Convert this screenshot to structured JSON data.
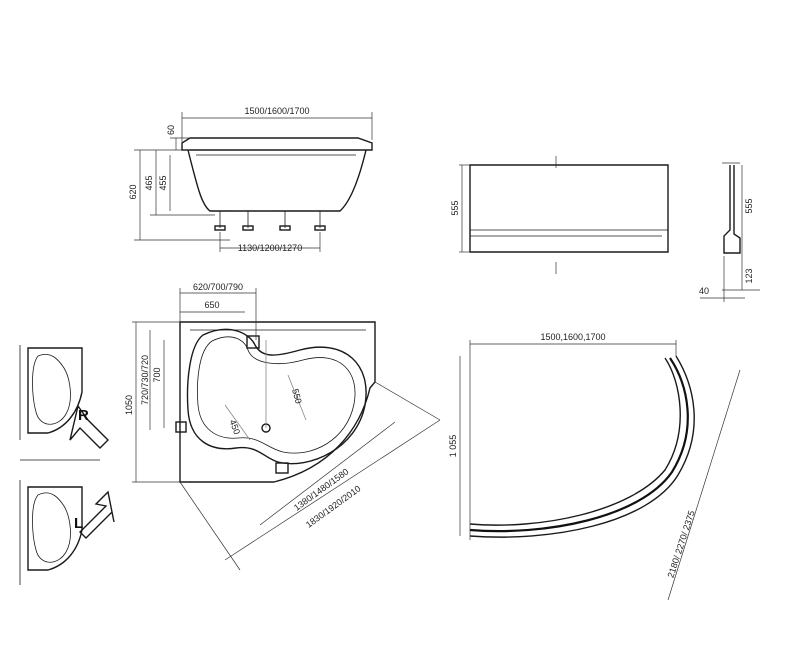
{
  "side_view": {
    "length_label": "1500/1600/1700",
    "rim_label": "60",
    "height_label": "620",
    "depth_outer_label": "465",
    "depth_inner_label": "455",
    "legs_label": "1130/1200/1270"
  },
  "panel_front": {
    "height_label": "555"
  },
  "panel_side": {
    "height_label": "555",
    "base_height_label": "123",
    "thickness_label": "40"
  },
  "top_view": {
    "top_width_label": "620/700/790",
    "inner_width_label": "650",
    "side_labels": "720/730/720",
    "side_inner_label": "700",
    "depth_label": "1050",
    "basin_label_a": "550",
    "basin_label_b": "450",
    "inner_diag_label": "1380/1480/1580",
    "outer_diag_label": "1830/1920/2010"
  },
  "panel_corner": {
    "width_label": "1500,1600,1700",
    "depth_label": "1 055",
    "arc_label": "2180/ 2270/ 2375"
  },
  "variants": {
    "right_letter": "R",
    "left_letter": "L"
  }
}
